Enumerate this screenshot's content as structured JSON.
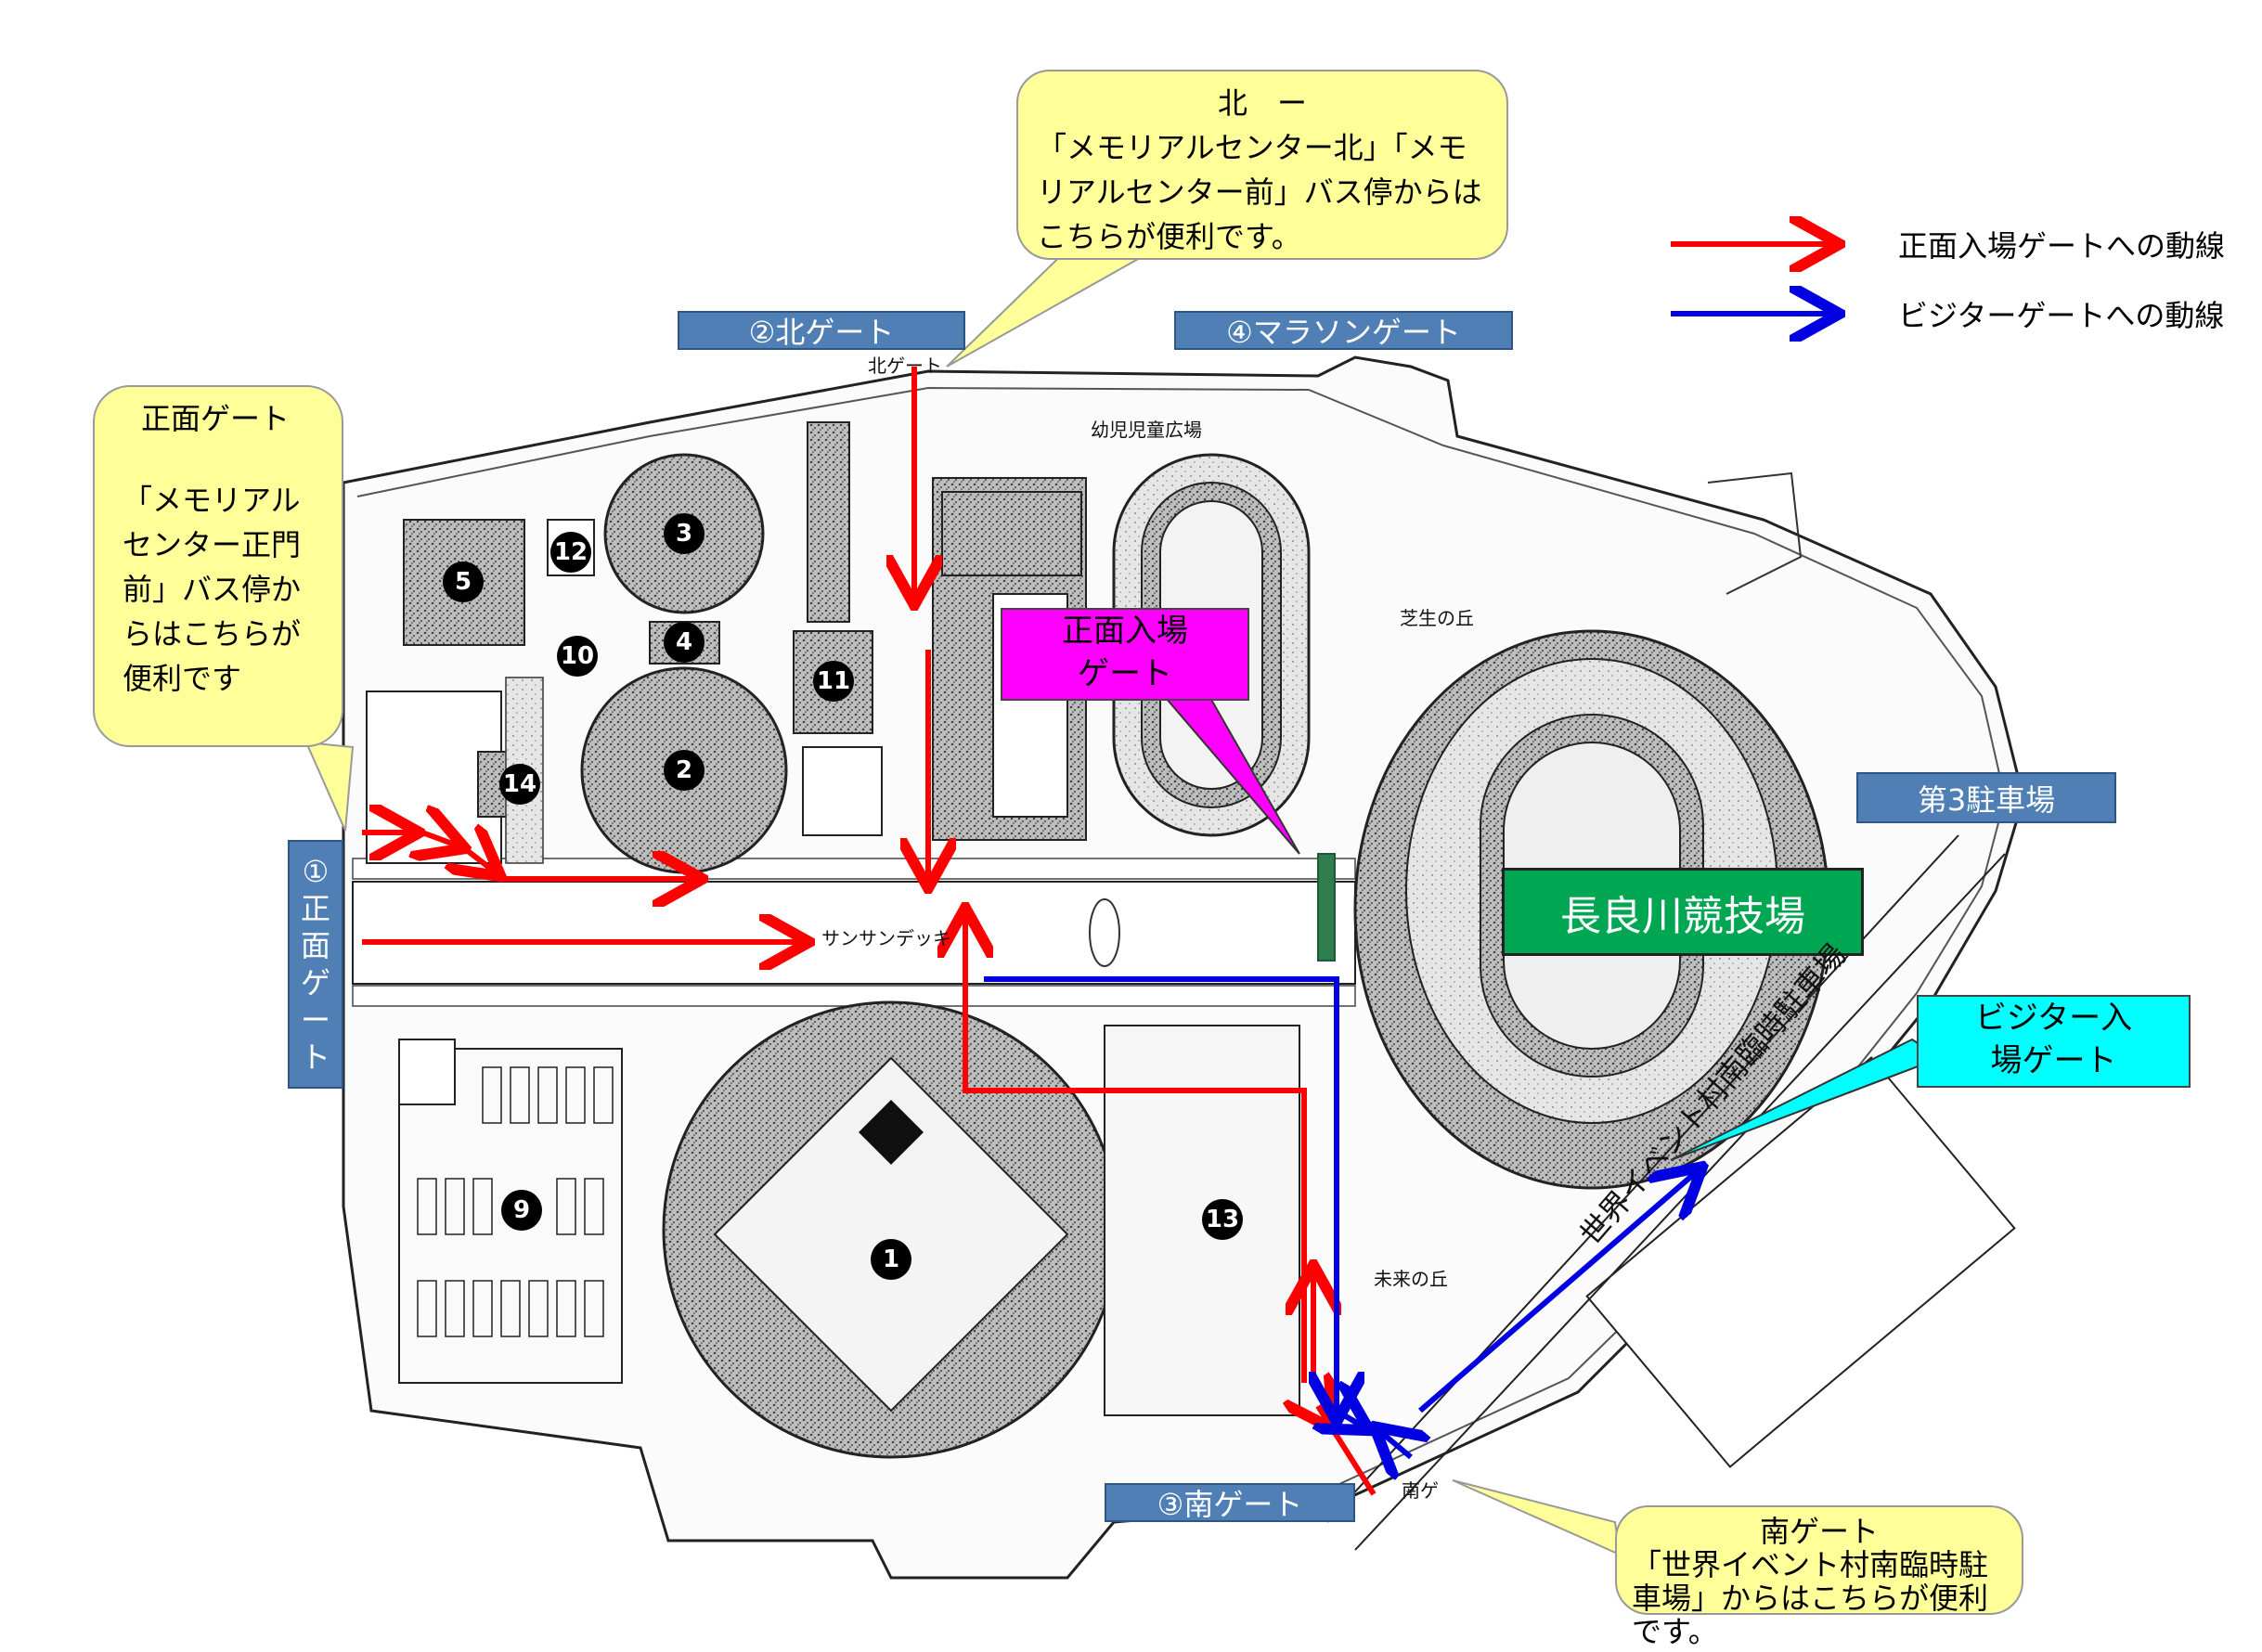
{
  "gates": {
    "north": "②北ゲート",
    "marathon": "④マラソンゲート",
    "front_v": [
      "①",
      "正",
      "面",
      "ゲ",
      "ー",
      "ト"
    ],
    "south": "③南ゲート",
    "parking3": "第3駐車場"
  },
  "callouts": {
    "north_title": "北　ー",
    "north_text": "「メモリアルセンター北」「メモリアルセンター前」バス停からはこちらが便利です。",
    "front_title": "正面ゲート",
    "front_text": "「メモリアルセンター正門前」バス停からはこちらが便利です",
    "south_title": "南ゲート",
    "south_text": "「世界イベント村南臨時駐車場」からはこちらが便利です。"
  },
  "legend": {
    "red_label": "正面入場ゲートへの動線",
    "blue_label": "ビジターゲートへの動線",
    "red_color": "#ff0000",
    "blue_color": "#0000e0"
  },
  "labels": {
    "main_gate": "正面入場\nゲート",
    "visitor_gate": "ビジター入\n場ゲート",
    "stadium": "長良川競技場",
    "temp_parking": "世界イベント村南臨時駐車場",
    "north_gate_small": "北ゲート",
    "kids_plaza": "幼児児童広場",
    "shibafu": "芝生の丘",
    "mirai": "未来の丘",
    "sunsun": "サンサンデッキ",
    "south_gate_small": "南ゲ"
  },
  "numbers": [
    "1",
    "2",
    "3",
    "4",
    "5",
    "9",
    "10",
    "11",
    "12",
    "13",
    "14"
  ],
  "colors": {
    "gate_blue": "#4f7fb5",
    "callout_yellow": "#ffff99",
    "main_gate_magenta": "#ff00ff",
    "visitor_cyan": "#00ffff",
    "stadium_green": "#00a651"
  }
}
